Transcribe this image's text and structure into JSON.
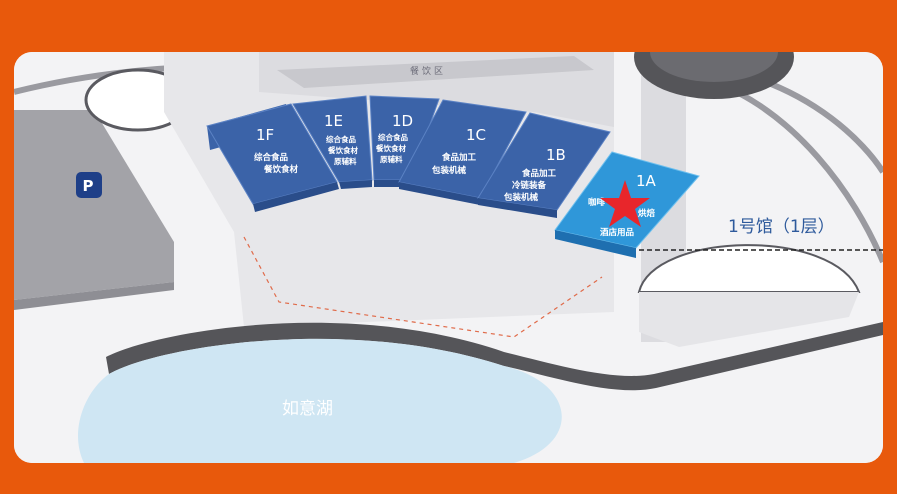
{
  "colors": {
    "page_border": "#E8590C",
    "hall_dark": "#3B63A8",
    "hall_highlight": "#2F97D9",
    "marker": "#E8262B",
    "lake": "#CFE6F3",
    "floor_label": "#2E5A9C"
  },
  "zone_label": "餐饮区",
  "parking": {
    "letter": "P",
    "icon": "parking-icon"
  },
  "lake_label": "如意湖",
  "floor_label": "1号馆（1层）",
  "halls": [
    {
      "code": "1F",
      "lines": [
        "综合食品",
        "餐饮食材"
      ]
    },
    {
      "code": "1E",
      "lines": [
        "综合食品",
        "餐饮食材",
        "原辅料"
      ]
    },
    {
      "code": "1D",
      "lines": [
        "综合食品",
        "餐饮食材",
        "原辅料"
      ]
    },
    {
      "code": "1C",
      "lines": [
        "食品加工",
        "包装机械"
      ]
    },
    {
      "code": "1B",
      "lines": [
        "食品加工",
        "冷链装备",
        "包装机械"
      ]
    },
    {
      "code": "1A",
      "lines": [
        "咖啡",
        "烘焙",
        "酒店用品"
      ],
      "highlighted": true,
      "marker": "star-marker-icon"
    }
  ]
}
